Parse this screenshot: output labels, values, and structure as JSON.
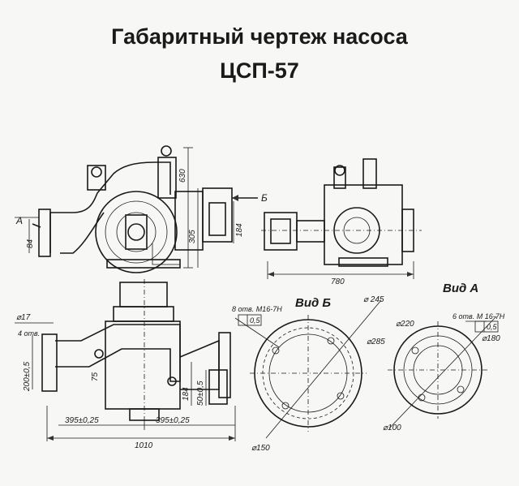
{
  "title": {
    "line1": "Габаритный чертеж насоса",
    "line2": "ЦСП-57"
  },
  "views": {
    "view_b_label": "Вид Б",
    "view_a_label": "Вид А",
    "section_a_label": "А",
    "section_b_label": "Б"
  },
  "dimensions": {
    "d630": "630",
    "d305": "305",
    "d184_top": "184",
    "d84": "84",
    "d780": "780",
    "d17": "⌀17",
    "holes4": "4 отв.",
    "d200": "200±0,5",
    "d75": "75",
    "d184_bot": "184",
    "d50": "50±0,5",
    "d395_left": "395±0,25",
    "d395_right": "395±0,25",
    "d1010": "1010",
    "vb_holes": "8 отв. М16-7Н",
    "vb_tol": "0,5",
    "vb_245": "⌀ 245",
    "vb_285": "⌀285",
    "vb_150": "⌀150",
    "va_holes": "6 отв. М 16-7Н",
    "va_tol": "0,5",
    "va_220": "⌀220",
    "va_180": "⌀180",
    "va_100": "⌀100"
  }
}
